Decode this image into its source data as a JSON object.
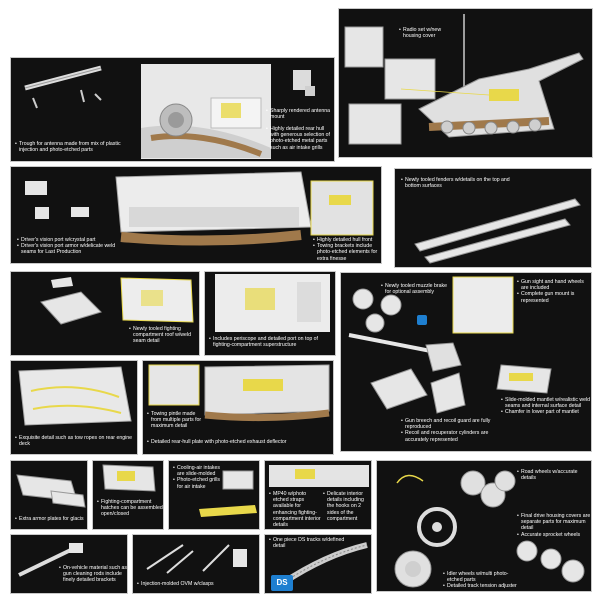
{
  "panels": {
    "antenna": {
      "trough": "Trough for antenna made from mix of plastic injection and photo-etched parts",
      "mount": "Sharply rendered antenna mount",
      "rear_hull": "Highly detailed rear hull with generous selection of photo-etched metal parts such as air intake grills"
    },
    "radio": {
      "label": "Radio set w/new housing cover"
    },
    "front": {
      "vision_port": "Driver's vision port w/crystal part",
      "vision_armor": "Driver's vision port armor w/delicate weld seams for Last Production",
      "hull_front": "Highly detailed hull front",
      "towing": "Towing brackets include photo-etched elements for extra finesse"
    },
    "fenders": {
      "text": "Newly tooled fenders w/details on the top and bottom surfaces"
    },
    "roof": {
      "text": "Newly tooled fighting compartment roof w/weld seam detail"
    },
    "periscope": {
      "text": "Includes periscope and detailed port on top of fighting-compartment superstructure"
    },
    "gun": {
      "muzzle": "Newly tooled muzzle brake for optional assembly",
      "sight": "Gun sight and hand wheels are included",
      "mount": "Complete gun mount is represented",
      "breech": "Gun breech and recoil guard are fully reproduced",
      "recoil": "Recoil and recuperator cylinders are accurately represented",
      "mantlet": "Slide-molded mantlet w/realistic weld seams and internal surface detail",
      "chamfer": "Chamfer in lower part of mantlet"
    },
    "engine": {
      "text": "Exquisite detail such as tow ropes on rear engine deck"
    },
    "rear": {
      "pintle": "Towing pintle made from multiple parts for maximum detail",
      "plate": "Detailed rear-hull plate with photo-etched exhaust deflector"
    },
    "armor": {
      "text": "Extra armor plates for glacis"
    },
    "hatches": {
      "text": "Fighting-compartment hatches can be assembled open/closed"
    },
    "intakes": {
      "slide": "Cooling-air intakes are slide-molded",
      "grills": "Photo-etched grills for air intake"
    },
    "interior": {
      "mp40": "MP40 w/photo etched straps available for enhancing fighting-compartment interior details",
      "delicate": "Delicate interior details including the hooks on 2 sides of the compartment"
    },
    "wheels": {
      "road": "Road wheels w/accurate details",
      "drive": "Final drive housing covers are separate parts for maximum detail",
      "sprocket": "Accurate sprocket wheels",
      "idler": "Idler wheels w/multi photo-etched parts",
      "track": "Detailed track tension adjuster"
    },
    "vehicle_material": {
      "text": "On-vehicle material such as gun cleaning rods include finely detailed brackets"
    },
    "ovm": {
      "text": "Injection-molded OVM w/clasps"
    },
    "tracks": {
      "text": "One piece DS tracks w/defined detail",
      "logo": "DS"
    }
  },
  "colors": {
    "panel_bg": "#111111",
    "part_gray": "#e6e6e6",
    "callout": "#e8d84a",
    "track_brown": "#a0794b",
    "accent_blue": "#1e7fd0"
  }
}
